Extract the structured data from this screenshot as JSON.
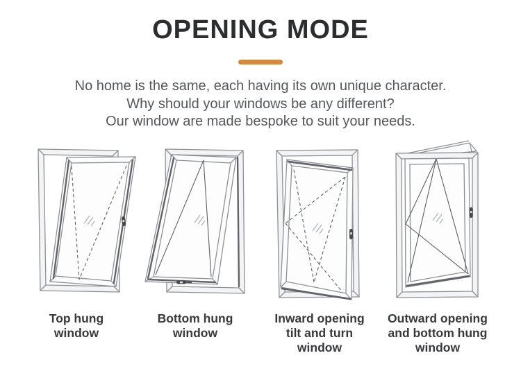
{
  "header": {
    "title": "OPENING MODE",
    "divider_color": "#cf8b42"
  },
  "intro": {
    "lines": [
      "No home is the same, each having its own unique character.",
      "Why should your windows be any different?",
      "Our window are made bespoke to suit your needs."
    ]
  },
  "windows": [
    {
      "id": "top-hung-window",
      "caption_lines": [
        "Top hung",
        "window"
      ]
    },
    {
      "id": "bottom-hung-window",
      "caption_lines": [
        "Bottom hung",
        "window"
      ]
    },
    {
      "id": "inward-tilt-turn-window",
      "caption_lines": [
        "Inward opening",
        "tilt and turn",
        "window"
      ]
    },
    {
      "id": "outward-bottom-hung-window",
      "caption_lines": [
        "Outward opening",
        "and bottom hung",
        "window"
      ]
    }
  ],
  "illustration_colors": {
    "frame_line": "#8d9095",
    "accent_dark": "#60646a",
    "dashed_line": "#5c5f63",
    "glass_mark": "#b4b8bc",
    "handle": "#45484c"
  }
}
